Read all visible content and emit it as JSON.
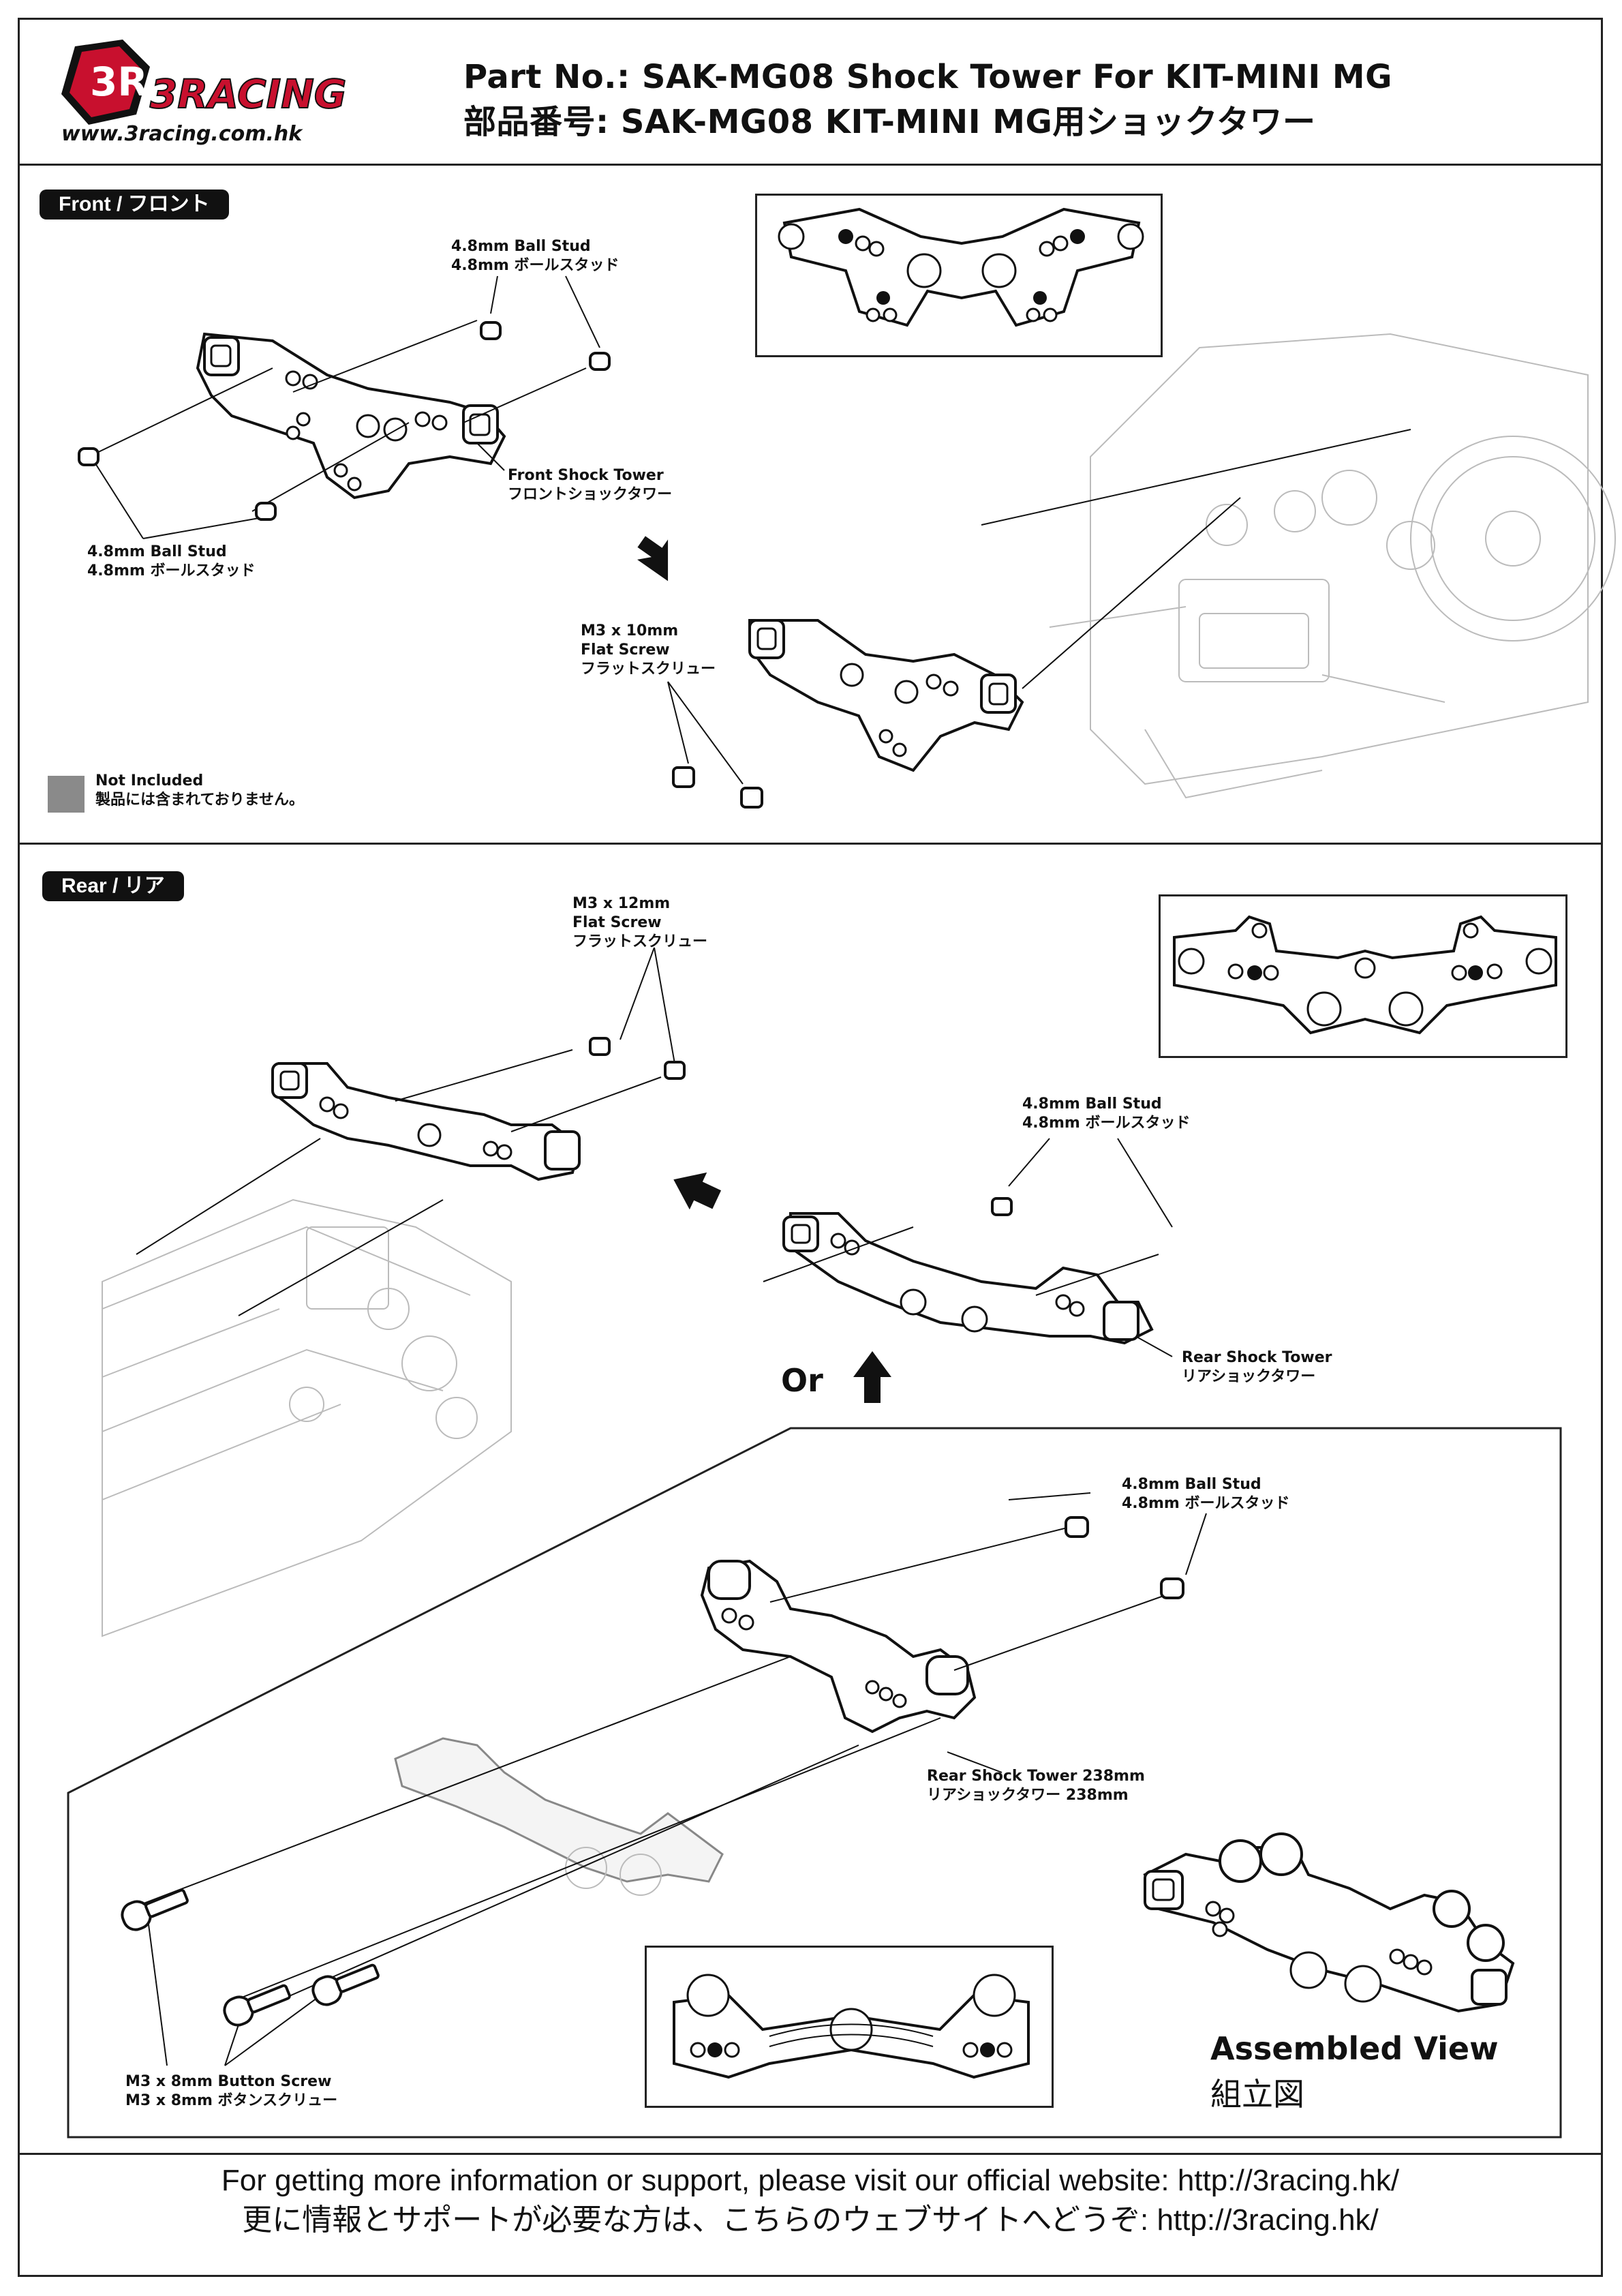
{
  "header": {
    "logo_text": "3RACING",
    "logo_badge": "3R",
    "website": "www.3racing.com.hk",
    "title_en": "Part No.: SAK-MG08  Shock Tower For KIT-MINI MG",
    "title_jp": "部品番号: SAK-MG08  KIT-MINI MG用ショックタワー"
  },
  "front": {
    "tag": "Front / フロント",
    "ball_stud_top_en": "4.8mm Ball Stud",
    "ball_stud_top_jp": "4.8mm ボールスタッド",
    "ball_stud_left_en": "4.8mm Ball Stud",
    "ball_stud_left_jp": "4.8mm ボールスタッド",
    "tower_en": "Front Shock Tower",
    "tower_jp": "フロントショックタワー",
    "screw_l1": "M3 x 10mm",
    "screw_l2": "Flat Screw",
    "screw_l3": "フラットスクリュー",
    "not_included_en": "Not Included",
    "not_included_jp": "製品には含まれておりません。"
  },
  "rear": {
    "tag": "Rear / リア",
    "screw_l1": "M3 x 12mm",
    "screw_l2": "Flat Screw",
    "screw_l3": "フラットスクリュー",
    "ball_stud_en": "4.8mm Ball Stud",
    "ball_stud_jp": "4.8mm ボールスタッド",
    "tower_en": "Rear Shock Tower",
    "tower_jp": "リアショックタワー",
    "or": "Or",
    "ball_stud2_en": "4.8mm Ball Stud",
    "ball_stud2_jp": "4.8mm ボールスタッド",
    "tower238_en": "Rear Shock Tower 238mm",
    "tower238_jp": "リアショックタワー 238mm",
    "button_screw_en": "M3 x 8mm Button Screw",
    "button_screw_jp": "M3 x 8mm ボタンスクリュー",
    "assembled_en": "Assembled View",
    "assembled_jp": "組立図"
  },
  "footer": {
    "line_en": "For getting more information or support, please visit our official website: http://3racing.hk/",
    "line_jp": "更に情報とサポートが必要な方は、こちらのウェブサイトへどうぞ: http://3racing.hk/"
  },
  "colors": {
    "not_included_swatch": "#8a8a8a",
    "logo_red": "#c8102e"
  }
}
